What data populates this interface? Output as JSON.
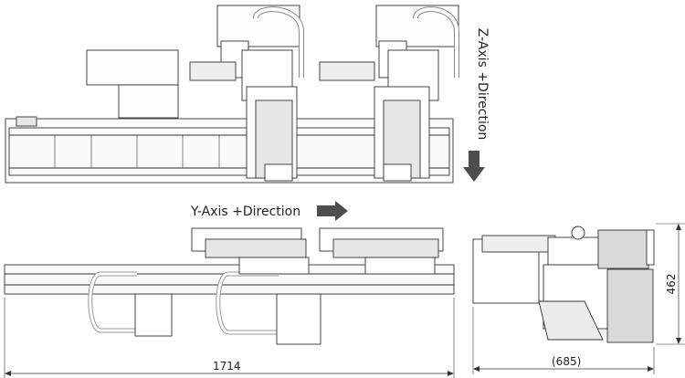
{
  "labels": {
    "z_axis": "Z-Axis +Direction",
    "y_axis": "Y-Axis +Direction",
    "width_front": "1714",
    "width_side": "(685)",
    "height_side": "462"
  },
  "colors": {
    "line": "#333333",
    "arrow": "#4d4d4d",
    "gray_fill": "#d9d9d9",
    "light_fill": "#f2f2f2"
  },
  "icons": {
    "z_arrow": "arrow-down-icon",
    "y_arrow": "arrow-right-icon"
  }
}
